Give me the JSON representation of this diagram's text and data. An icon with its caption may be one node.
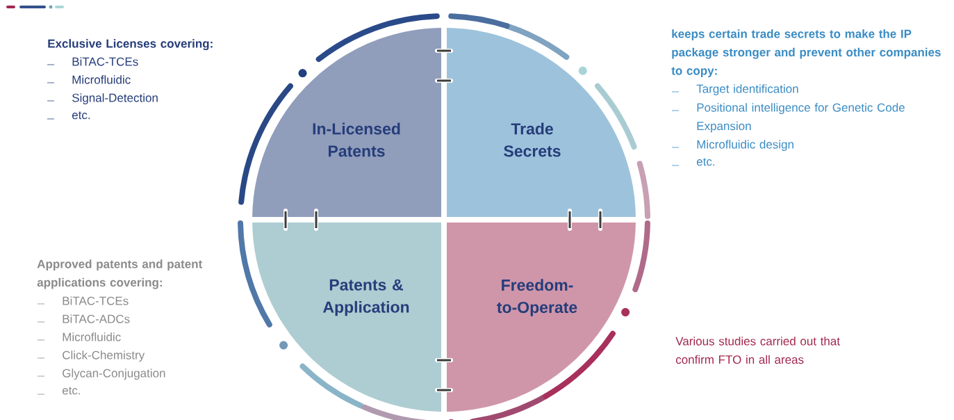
{
  "diagram": {
    "nodes": [
      {
        "text": [
          "In-Licensed Patents"
        ]
      },
      {
        "text": [
          "Trade Secrets"
        ]
      },
      {
        "text": [
          "Patents & Application"
        ]
      },
      {
        "text": [
          "Freedom-to-Operate"
        ]
      }
    ],
    "labels": [
      "Exclusive Licenses covering:",
      "BiTAC-TCEs",
      "Microfluidic",
      "Signal-Detection",
      "etc.",
      "keeps certain trade secrets to make the IP package stronger and prevent other companies to copy:",
      "Target identification",
      "Positional intelligence for Genetic Code Expansion",
      "Microfluidic design",
      "etc.",
      "Approved patents and patent applications covering:",
      "BiTAC-TCEs",
      "BiTAC-ADCs",
      "Microfluidic",
      "Click-Chemistry",
      "Glycan-Conjugation",
      "etc.",
      "Various studies carried out that confirm FTO in all areas"
    ]
  }
}
